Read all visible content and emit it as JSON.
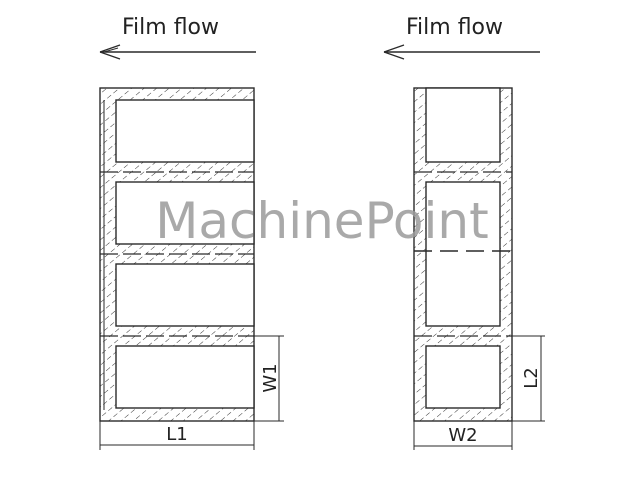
{
  "diagram": {
    "left": {
      "flow_label": "Film flow",
      "dimension_width_label": "L1",
      "dimension_height_label": "W1",
      "cavity_count": 4
    },
    "right": {
      "flow_label": "Film flow",
      "dimension_width_label": "W2",
      "dimension_height_label": "L2",
      "cavity_count": 3
    },
    "watermark": "MachinePoint",
    "colors": {
      "line": "#2a2a2a",
      "watermark": "#9a9a9a",
      "background": "#ffffff"
    }
  }
}
